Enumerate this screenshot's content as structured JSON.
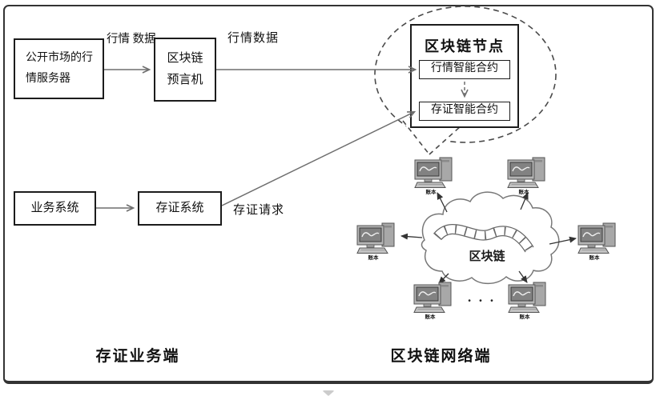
{
  "boxes": {
    "market_server": {
      "line1": "公开市场的行",
      "line2": "情服务器"
    },
    "oracle": {
      "line1": "区块链",
      "line2": "预言机"
    },
    "business_system": "业务系统",
    "evidence_system": "存证系统",
    "blockchain_node": {
      "title": "区块链节点",
      "quote_contract": "行情智能合约",
      "evidence_contract": "存证智能合约"
    }
  },
  "labels": {
    "quote_data_stacked": {
      "line1": "行情",
      "line2": "数据"
    },
    "quote_data": "行情数据",
    "evidence_request": "存证请求",
    "caption_left": "存证业务端",
    "caption_right": "区块链网络端"
  },
  "network": {
    "cloud_label": "区块链",
    "node_label": "账本",
    "ellipsis": "· · ·"
  },
  "colors": {
    "frame_border": "#333333",
    "box_border": "#1c1c1c",
    "arrow": "#6e6e6e",
    "dashed_balloon": "#4a4a4a",
    "computer_gray": "#9c9c9c"
  }
}
